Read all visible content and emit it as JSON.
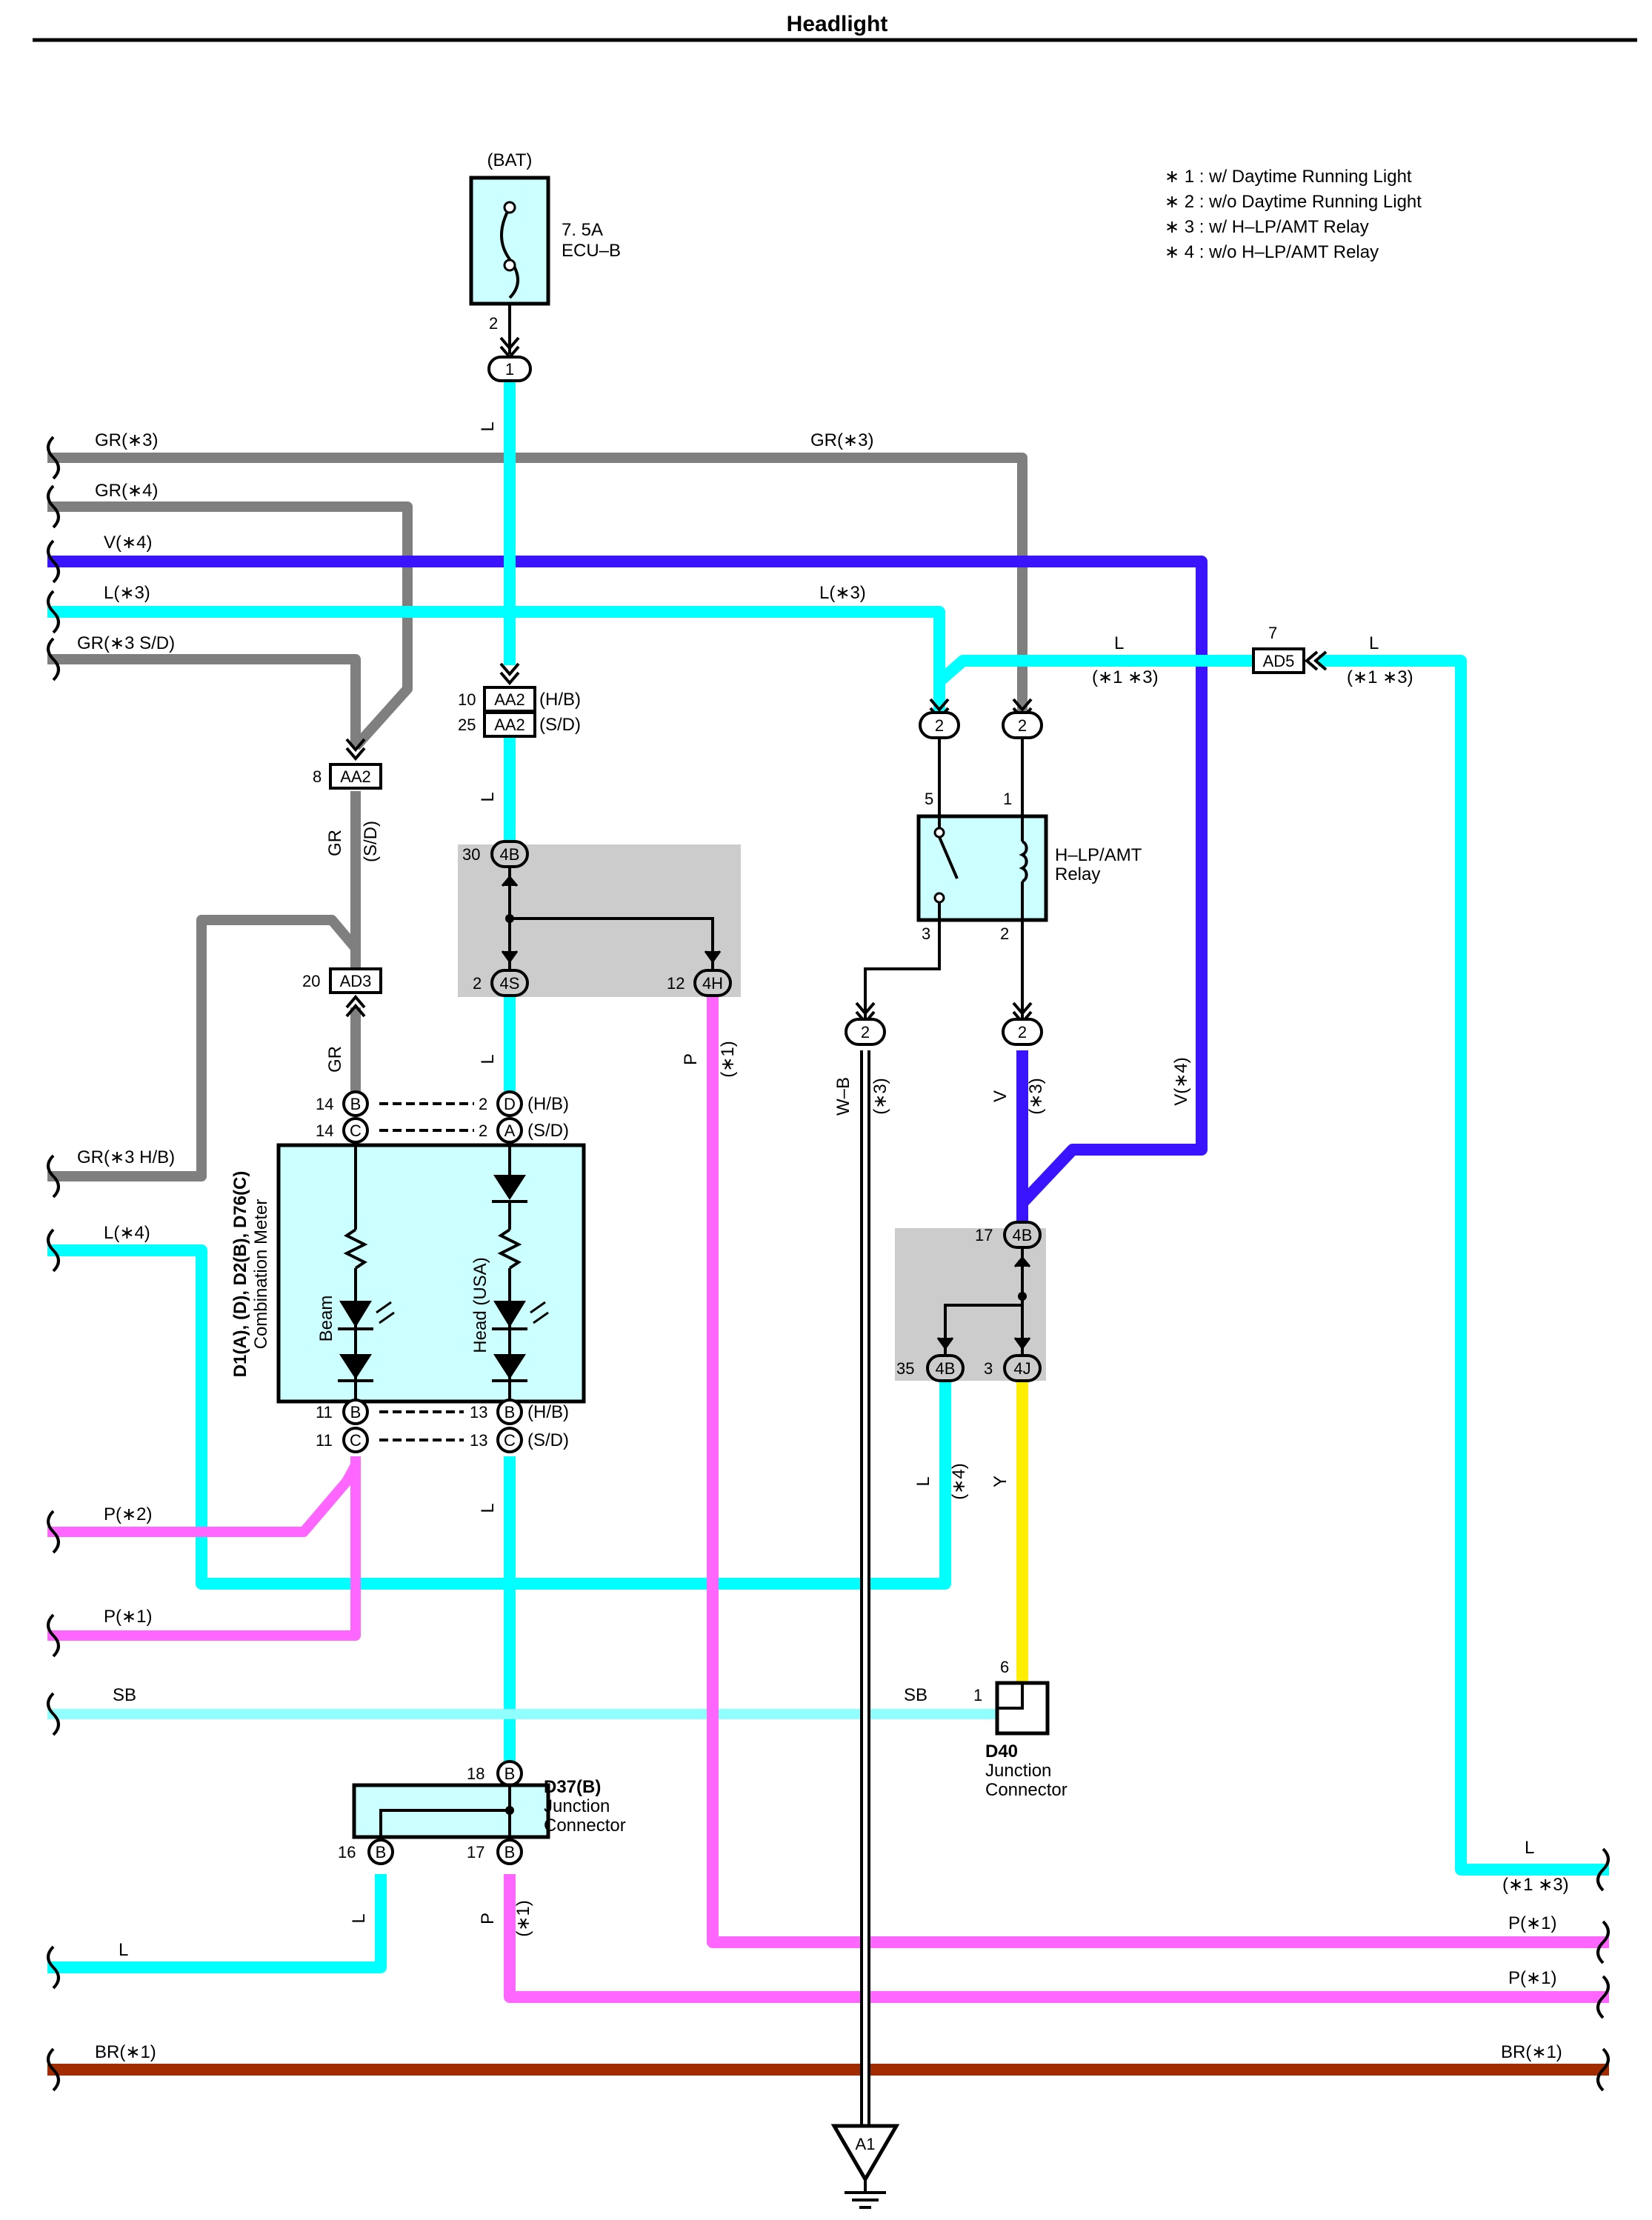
{
  "title": "Headlight",
  "legend": [
    "∗ 1 : w/ Daytime Running Light",
    "∗ 2 : w/o Daytime Running Light",
    "∗ 3 : w/ H–LP/AMT Relay",
    "∗ 4 : w/o H–LP/AMT Relay"
  ],
  "colors": {
    "GR": "#7f7f7f",
    "V": "#3b14ff",
    "L": "#00ffff",
    "SB": "#8fffff",
    "P": "#ff66ff",
    "Y": "#ffee00",
    "BR": "#a02c00",
    "component_fill": "#ccffff",
    "junction_block_fill": "#cccccc"
  },
  "fuse": {
    "source": "(BAT)",
    "rating": "7. 5A",
    "name": "ECU–B",
    "pin": "2",
    "connector": "1"
  },
  "left_wires": [
    "GR(∗3)",
    "GR(∗4)",
    "V(∗4)",
    "L(∗3)",
    "GR(∗3 S/D)",
    "GR(∗3 H/B)",
    "L(∗4)",
    "P(∗2)",
    "P(∗1)",
    "SB",
    "L",
    "BR(∗1)"
  ],
  "right_wires": {
    "L_top": "L",
    "L_top_note": "(∗1 ∗3)",
    "L_bottom": "L",
    "L_bottom_note": "(∗1 ∗3)",
    "P1": "P(∗1)",
    "P2": "P(∗1)",
    "BR": "BR(∗1)"
  },
  "mid_labels": {
    "gr3_top": "GR(∗3)",
    "l3_top": "L(∗3)",
    "l_ad5": "L",
    "l_ad5_note": "(∗1 ∗3)",
    "sb_right": "SB"
  },
  "vertical_wire_labels": {
    "L_fuse": "L",
    "L_aa2": "L",
    "L_4s": "L",
    "L_meter": "L",
    "GR_aa2": "GR",
    "GR_aa2_note": "(S/D)",
    "GR_ad3": "GR",
    "P_4h": "P",
    "P_4h_note": "(∗1)",
    "WB": "W–B",
    "WB_note": "(∗3)",
    "V_relay": "V",
    "V_relay_note": "(∗3)",
    "V4": "V(∗4)",
    "L4_jb": "L",
    "L4_jb_note": "(∗4)",
    "Y": "Y",
    "L_d37": "L",
    "P_d37": "P",
    "P_d37_note": "(∗1)"
  },
  "connectors": {
    "aa2_hb_pin": "10",
    "aa2_hb": "AA2",
    "aa2_hb_note": "(H/B)",
    "aa2_sd_pin": "25",
    "aa2_sd": "AA2",
    "aa2_sd_note": "(S/D)",
    "aa2_gr_pin": "8",
    "aa2_gr": "AA2",
    "ad3_pin": "20",
    "ad3": "AD3",
    "ad5_pin": "7",
    "ad5": "AD5",
    "jb_4b30_pin": "30",
    "jb_4b30": "4B",
    "jb_4s_pin": "2",
    "jb_4s": "4S",
    "jb_4h_pin": "12",
    "jb_4h": "4H",
    "relay_in_l": "2",
    "relay_in_gr": "2",
    "relay_out_wb": "2",
    "relay_out_v": "2",
    "jb_4b17_pin": "17",
    "jb_4b17": "4B",
    "jb_4b35_pin": "35",
    "jb_4b35": "4B",
    "jb_4j_pin": "3",
    "jb_4j": "4J"
  },
  "meter": {
    "ids": "D1(A), (D), D2(B), D76(C)",
    "name": "Combination Meter",
    "beam_label": "Beam",
    "head_label": "Head (USA)",
    "pin_b14": "14",
    "b14": "B",
    "pin_c14": "14",
    "c14": "C",
    "pin_d2": "2",
    "d2": "D",
    "d2_note": "(H/B)",
    "pin_a2": "2",
    "a2": "A",
    "a2_note": "(S/D)",
    "pin_b11": "11",
    "b11": "B",
    "pin_c11": "11",
    "c11": "C",
    "pin_b13": "13",
    "b13": "B",
    "b13_note": "(H/B)",
    "pin_c13": "13",
    "c13": "C",
    "c13_note": "(S/D)"
  },
  "relay": {
    "name": "H–LP/AMT",
    "name2": "Relay",
    "pin5": "5",
    "pin1": "1",
    "pin3": "3",
    "pin2": "2"
  },
  "d37": {
    "id": "D37(B)",
    "name": "Junction",
    "name2": "Connector",
    "pin18": "18",
    "b18": "B",
    "pin16": "16",
    "b16": "B",
    "pin17": "17",
    "b17": "B"
  },
  "d40": {
    "id": "D40",
    "name": "Junction",
    "name2": "Connector",
    "pin6": "6",
    "pin1": "1"
  },
  "ground": "A1"
}
